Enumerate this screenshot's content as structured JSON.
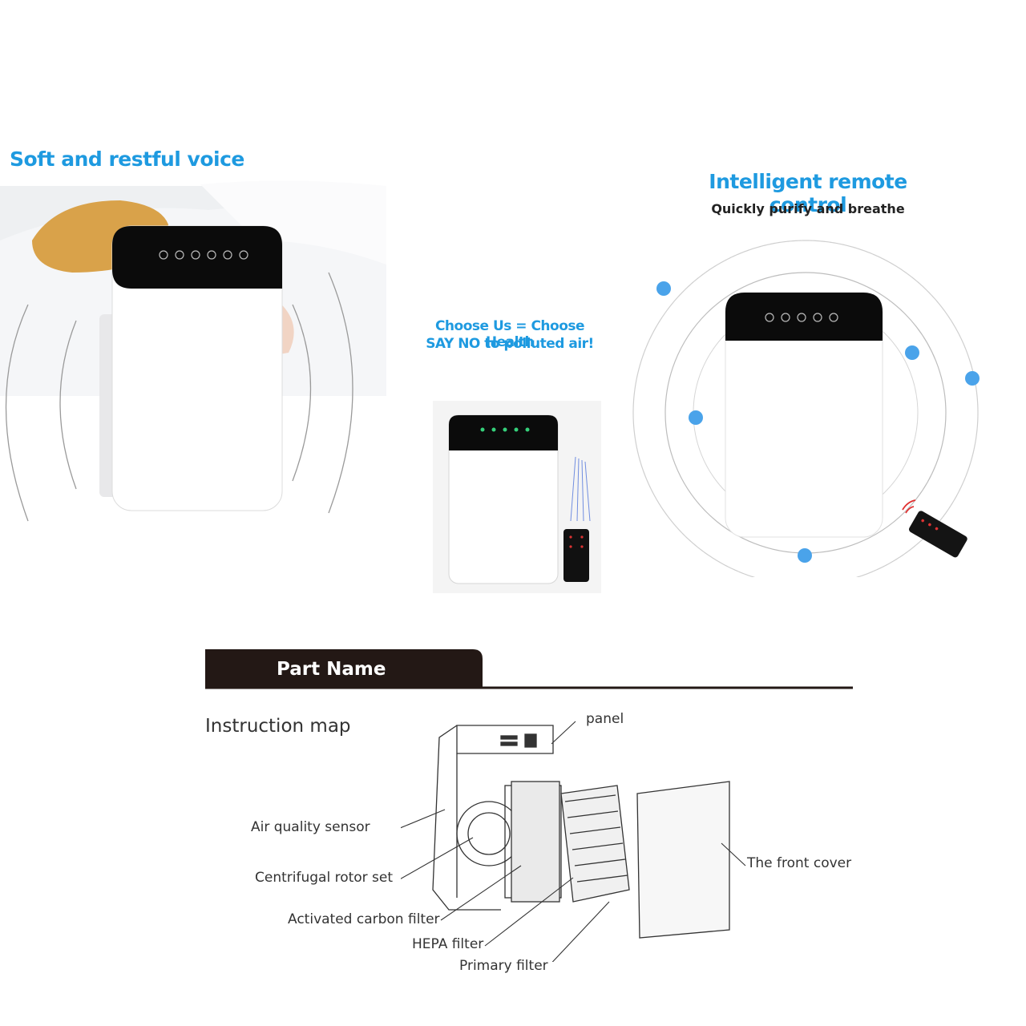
{
  "panel1": {
    "title": "Soft and restful voice"
  },
  "panel2": {
    "line1": "Choose Us = Choose Health",
    "line2": "SAY NO to polluted air!"
  },
  "panel3": {
    "title": "Intelligent remote control",
    "subtitle": "Quickly purify and breathe"
  },
  "parts": {
    "header": "Part Name",
    "subheader": "Instruction map",
    "labels": {
      "panel": "panel",
      "air_quality_sensor": "Air quality sensor",
      "centrifugal_rotor_set": "Centrifugal rotor set",
      "activated_carbon_filter": "Activated carbon filter",
      "hepa_filter": "HEPA filter",
      "primary_filter": "Primary filter",
      "front_cover": "The front cover"
    }
  },
  "colors": {
    "accent": "#1e9ae0",
    "dot": "#4aa3ea",
    "device_top": "#0b0b0b",
    "header_bar": "#231815"
  }
}
